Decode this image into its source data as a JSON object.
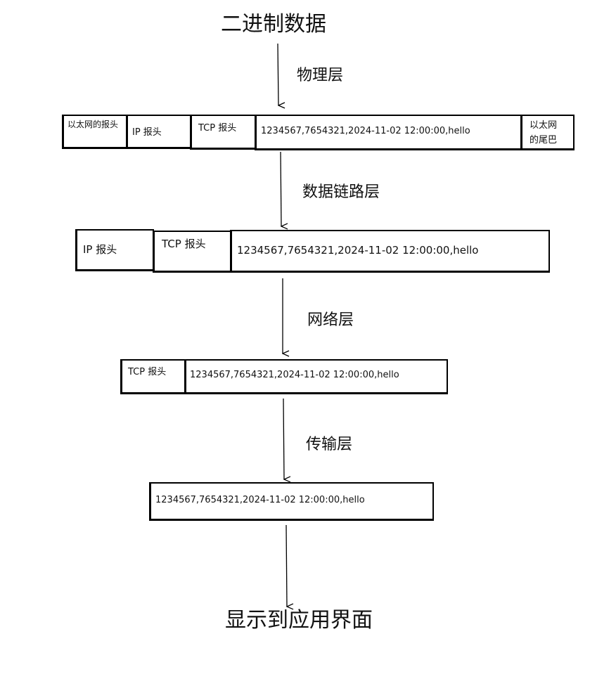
{
  "title_top": "二进制数据",
  "title_bottom": "显示到应用界面",
  "layers": {
    "physical": "物理层",
    "datalink": "数据链路层",
    "network": "网络层",
    "transport": "传输层"
  },
  "rows": {
    "row1": {
      "eth_header": "以太网的报头",
      "ip_header": "IP 报头",
      "tcp_header": "TCP 报头",
      "payload": "1234567,7654321,2024-11-02 12:00:00,hello",
      "eth_tail_line1": "以太网",
      "eth_tail_line2": "的尾巴"
    },
    "row2": {
      "ip_header": "IP 报头",
      "tcp_header": "TCP 报头",
      "payload": "1234567,7654321,2024-11-02 12:00:00,hello"
    },
    "row3": {
      "tcp_header": "TCP 报头",
      "payload": "1234567,7654321,2024-11-02 12:00:00,hello"
    },
    "row4": {
      "payload": "1234567,7654321,2024-11-02 12:00:00,hello"
    }
  }
}
